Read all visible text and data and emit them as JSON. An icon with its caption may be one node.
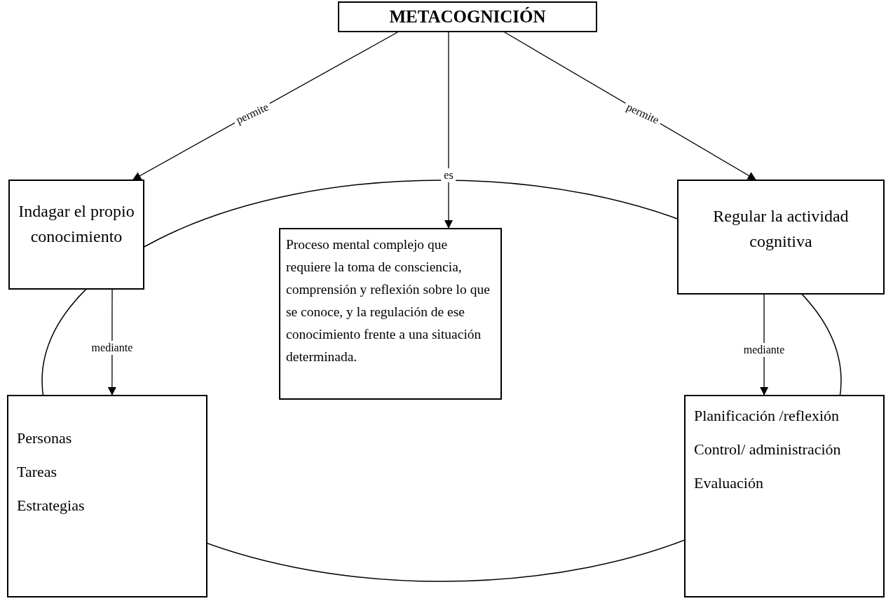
{
  "diagram": {
    "nodes": [
      {
        "text": [
          "METACOGNICIÓN"
        ]
      },
      {
        "text": [
          "Indagar el propio conocimiento"
        ]
      },
      {
        "text": [
          "Proceso mental complejo que requiere la toma de consciencia, comprensión y reflexión sobre lo que se conoce, y la regulación de ese conocimiento frente a una situación determinada."
        ]
      },
      {
        "text": [
          "Regular la actividad cognitiva"
        ]
      },
      {
        "text": [
          "Personas",
          "Tareas",
          "Estrategias"
        ]
      },
      {
        "text": [
          "Planificación /reflexión",
          "Control/ administración",
          "Evaluación"
        ]
      }
    ],
    "edges": [
      {
        "from": 0,
        "to": 1,
        "arrow": "to",
        "label": "permite"
      },
      {
        "from": 0,
        "to": 2,
        "arrow": "to",
        "label": "es"
      },
      {
        "from": 0,
        "to": 3,
        "arrow": "to",
        "label": "permite"
      },
      {
        "from": 1,
        "to": 4,
        "arrow": "to",
        "label": "mediante"
      },
      {
        "from": 3,
        "to": 5,
        "arrow": "to",
        "label": "mediante"
      }
    ]
  }
}
